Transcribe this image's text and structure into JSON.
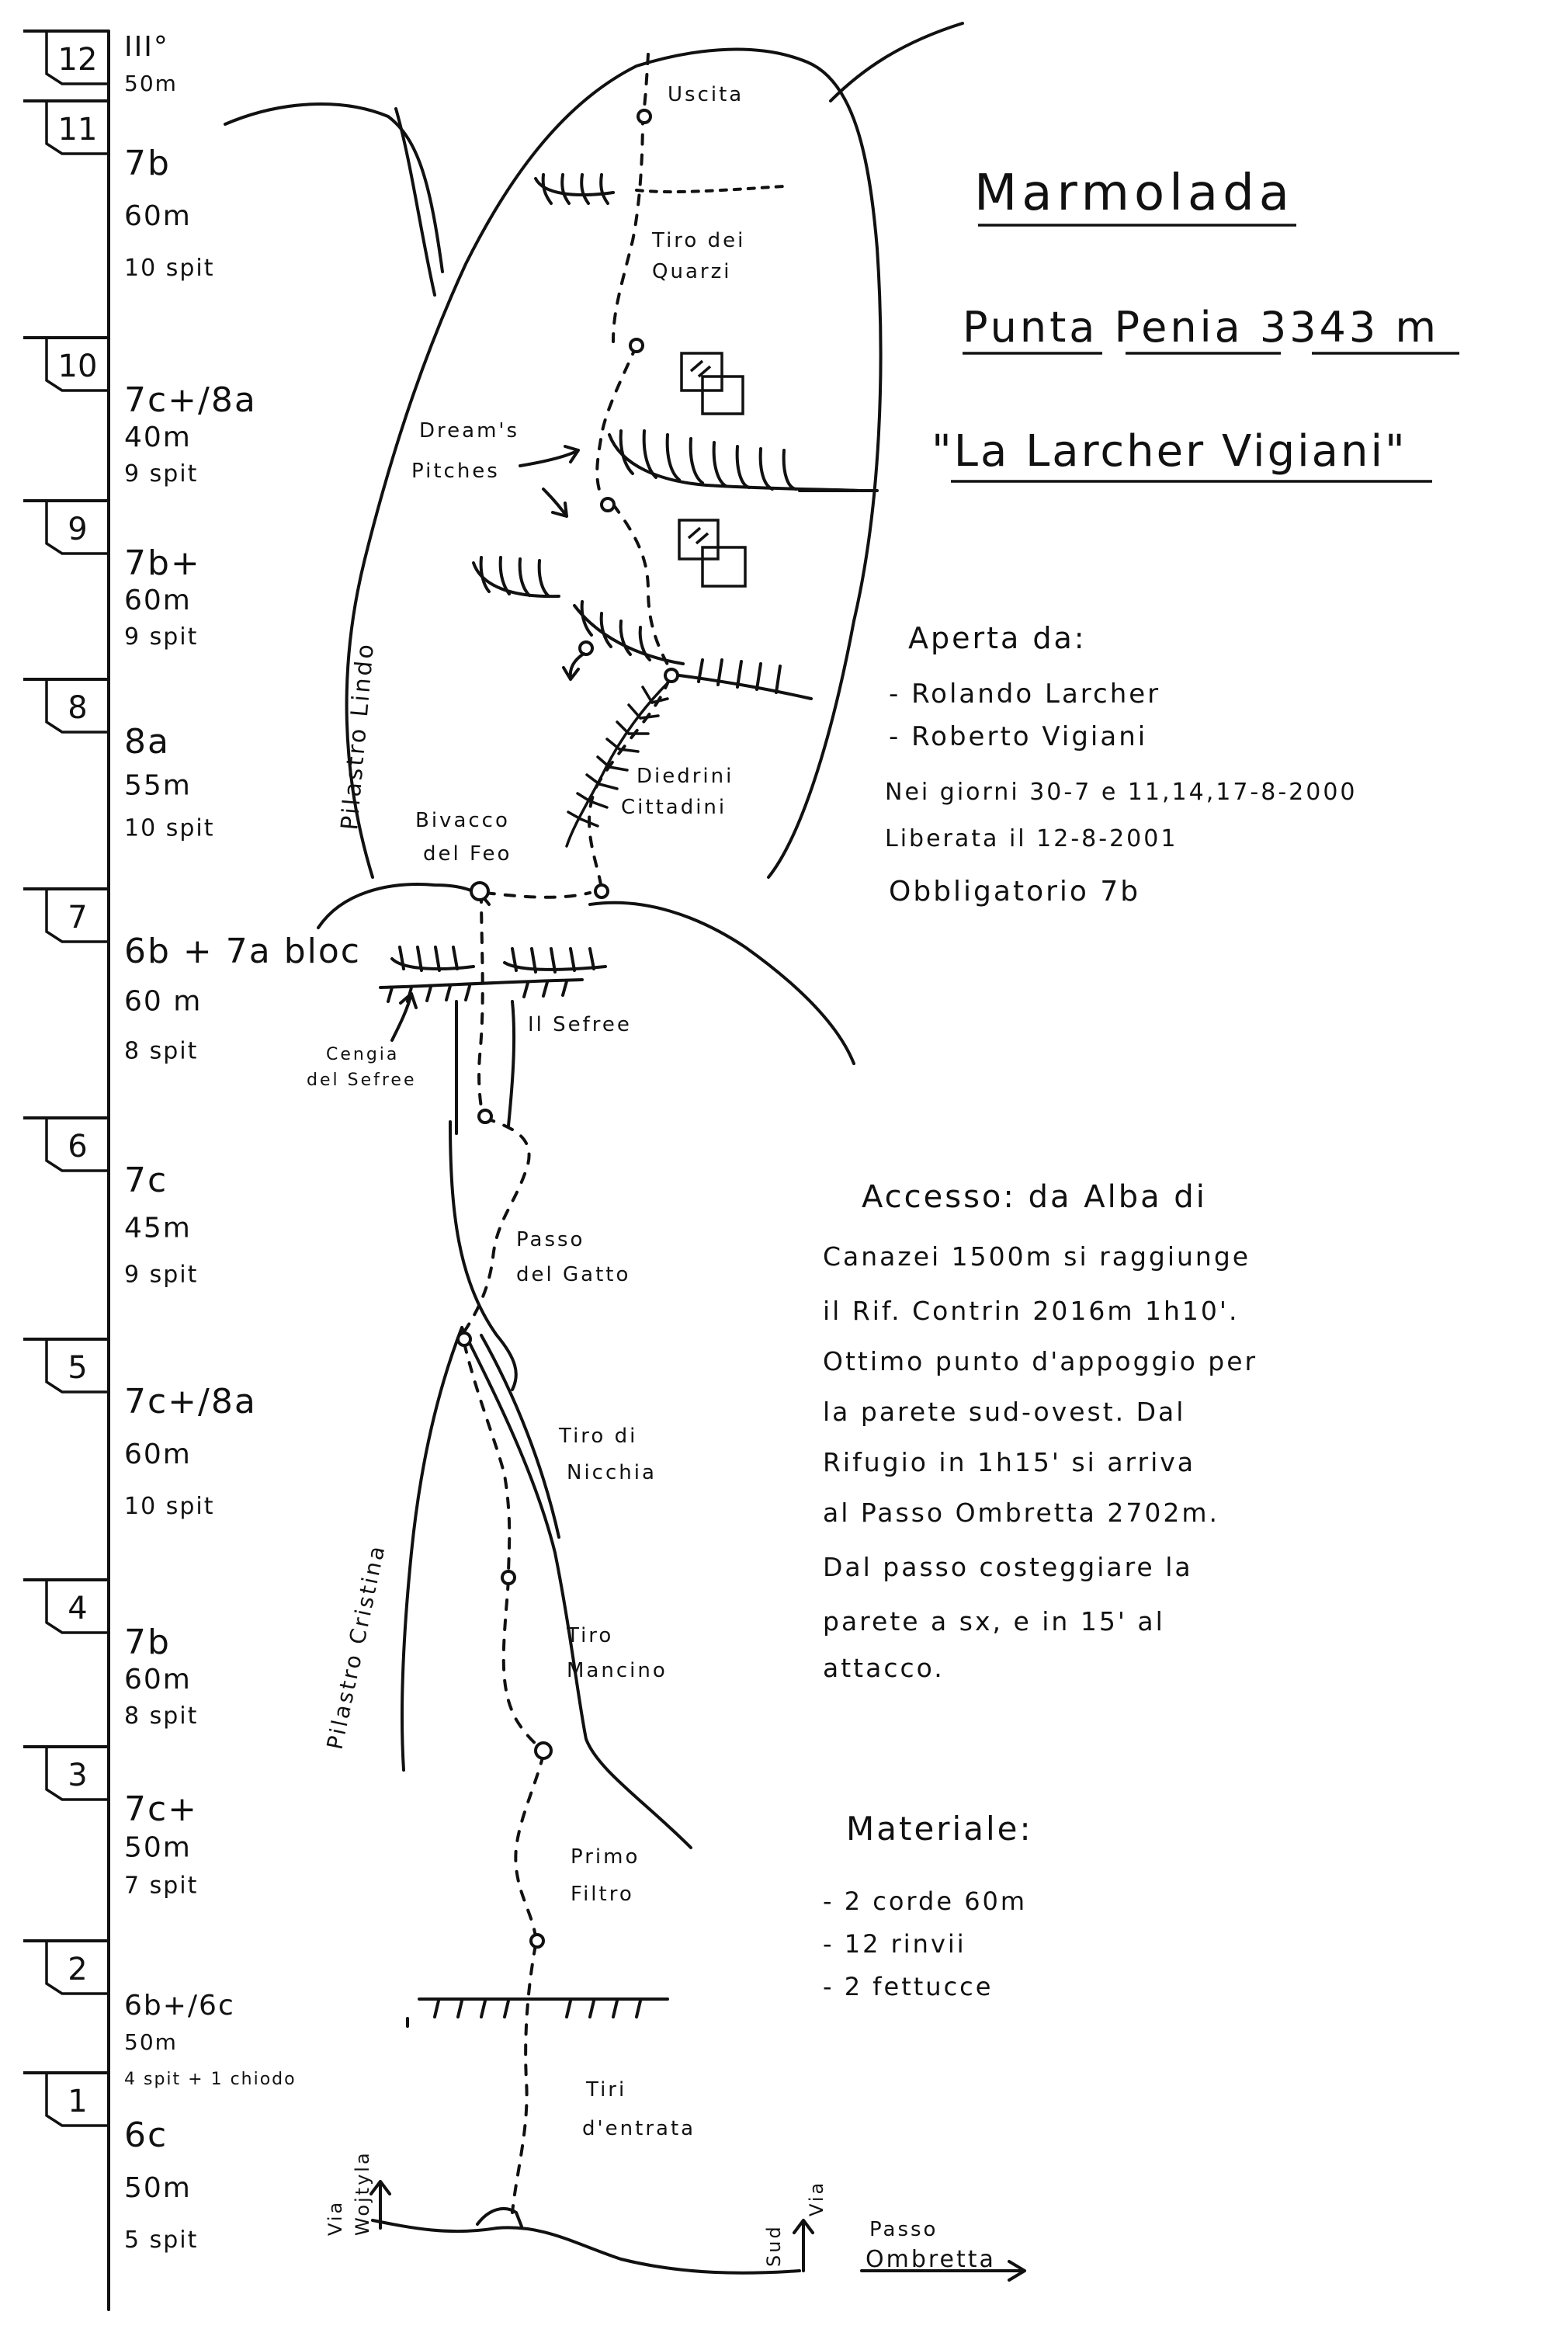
{
  "title": "Marmolada",
  "subtitle": "Punta Penia 3343 m",
  "route_name": "\"La Larcher Vigiani\"",
  "opened_by": {
    "heading": "Aperta da:",
    "names": [
      "- Rolando Larcher",
      "- Roberto Vigiani"
    ],
    "dates": "Nei giorni 30-7 e 11,14,17-8-2000",
    "freed": "Liberata il 12-8-2001",
    "mandatory": "Obbligatorio 7b"
  },
  "access": {
    "lines": [
      "Accesso: da Alba di",
      "Canazei 1500m si raggiunge",
      "il Rif. Contrin 2016m 1h10'.",
      "Ottimo punto d'appoggio per",
      "la parete sud-ovest. Dal",
      "Rifugio in 1h15' si arriva",
      "al Passo Ombretta 2702m.",
      "Dal passo costeggiare la",
      "parete a sx, e in 15' al",
      "attacco."
    ]
  },
  "material": {
    "heading": "Materiale:",
    "items": [
      "- 2 corde 60m",
      "- 12 rinvii",
      "- 2 fettucce"
    ]
  },
  "pitches": [
    {
      "n": "12",
      "grade": "III°",
      "length": "50m",
      "spits": ""
    },
    {
      "n": "11",
      "grade": "7b",
      "length": "60m",
      "spits": "10 spit"
    },
    {
      "n": "10",
      "grade": "7c+/8a",
      "length": "40m",
      "spits": "9 spit"
    },
    {
      "n": "9",
      "grade": "7b+",
      "length": "60m",
      "spits": "9 spit"
    },
    {
      "n": "8",
      "grade": "8a",
      "length": "55m",
      "spits": "10 spit"
    },
    {
      "n": "7",
      "grade": "6b + 7a bloc",
      "length": "60 m",
      "spits": "8 spit"
    },
    {
      "n": "6",
      "grade": "7c",
      "length": "45m",
      "spits": "9 spit"
    },
    {
      "n": "5",
      "grade": "7c+/8a",
      "length": "60m",
      "spits": "10 spit"
    },
    {
      "n": "4",
      "grade": "7b",
      "length": "60m",
      "spits": "8 spit"
    },
    {
      "n": "3",
      "grade": "7c+",
      "length": "50m",
      "spits": "7 spit"
    },
    {
      "n": "2",
      "grade": "6b+/6c",
      "length": "50m",
      "spits": "4 spit + 1 chiodo"
    },
    {
      "n": "1",
      "grade": "6c",
      "length": "50m",
      "spits": "5 spit"
    }
  ],
  "topo_labels": {
    "uscita": "Uscita",
    "tiro_quarzi_1": "Tiro dei",
    "tiro_quarzi_2": "Quarzi",
    "dreams_1": "Dream's",
    "dreams_2": "Pitches",
    "pilastro_lindo": "Pilastro Lindo",
    "diedrini_1": "Diedrini",
    "diedrini_2": "Cittadini",
    "bivacco_1": "Bivacco",
    "bivacco_2": "del Feo",
    "cengia_1": "Cengia",
    "cengia_2": "del Sefree",
    "il_sefree": "Il Sefree",
    "passo_gatto_1": "Passo",
    "passo_gatto_2": "del Gatto",
    "nicchia_1": "Tiro di",
    "nicchia_2": "Nicchia",
    "pilastro_cristina": "Pilastro Cristina",
    "mancino_1": "Tiro",
    "mancino_2": "Mancino",
    "primo_filtro_1": "Primo",
    "primo_filtro_2": "Filtro",
    "entrata_1": "Tiri",
    "entrata_2": "d'entrata",
    "via_wojtyla_1": "Via",
    "via_wojtyla_2": "Wojtyla",
    "via_sud_1": "Via",
    "via_sud_2": "Sud",
    "passo_ombretta_1": "Passo",
    "passo_ombretta_2": "Ombretta"
  }
}
